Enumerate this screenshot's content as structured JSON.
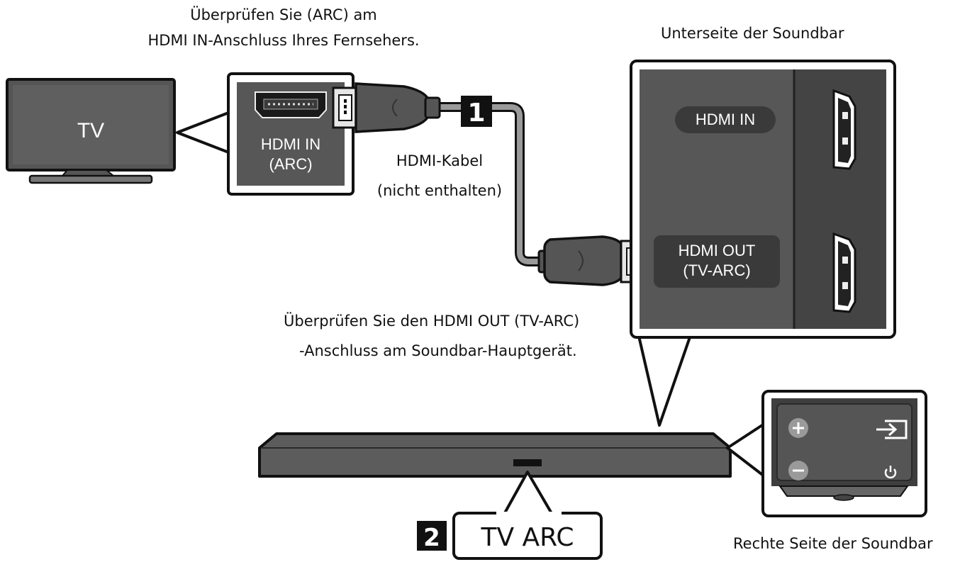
{
  "captions": {
    "tv_check_line1": "Überprüfen Sie (ARC) am",
    "tv_check_line2": "HDMI IN-Anschluss Ihres Fernsehers.",
    "soundbar_bottom": "Unterseite der Soundbar",
    "cable_line1": "HDMI-Kabel",
    "cable_line2": "(nicht enthalten)",
    "soundbar_check_line1": "Überprüfen Sie den HDMI OUT (TV-ARC)",
    "soundbar_check_line2": "-Anschluss am Soundbar-Hauptgerät.",
    "soundbar_right": "Rechte Seite der Soundbar"
  },
  "tv": {
    "label": "TV"
  },
  "tv_port": {
    "line1": "HDMI IN",
    "line2": "(ARC)"
  },
  "soundbar_ports": {
    "hdmi_in": "HDMI IN",
    "hdmi_out_line1": "HDMI OUT",
    "hdmi_out_line2": "(TV-ARC)"
  },
  "steps": {
    "one": "1",
    "two": "2"
  },
  "display": {
    "text": "TV ARC"
  },
  "icons": {
    "volume_up": "plus-icon",
    "volume_down": "minus-icon",
    "source": "source-input-icon",
    "power": "power-icon"
  },
  "colors": {
    "panel_dark": "#4d4d4d",
    "panel_darker": "#3e3e3e",
    "cable": "#5a5a5a",
    "outline": "#111111"
  }
}
